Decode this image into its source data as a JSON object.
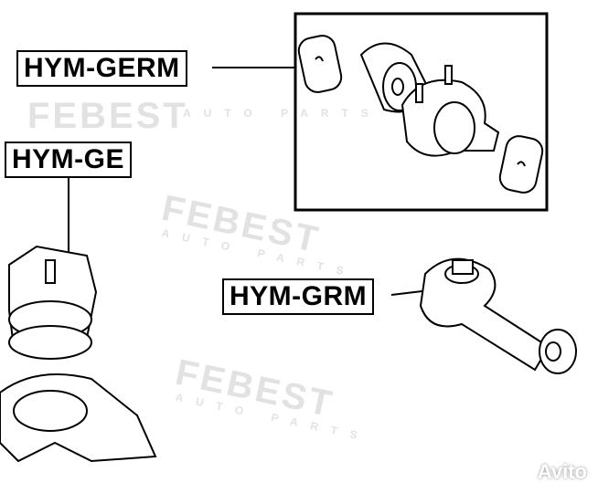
{
  "labels": {
    "germ": "HYM-GERM",
    "ge": "HYM-GE",
    "grm": "HYM-GRM"
  },
  "watermark": {
    "brand": "FEBEST",
    "sub": "AUTO PARTS"
  },
  "avito": "Avito"
}
